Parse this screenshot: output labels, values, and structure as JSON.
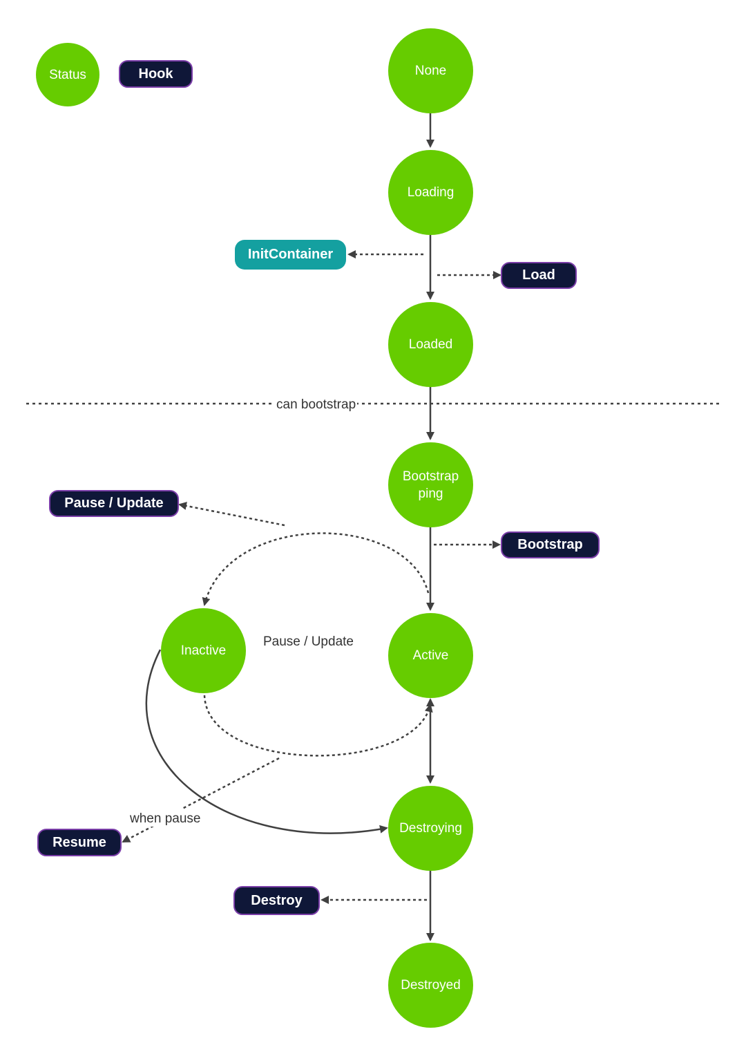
{
  "colors": {
    "status": "#66cc00",
    "hook": "#0f1738",
    "hook_border": "#7a3da8",
    "special_hook": "#14a0a0",
    "line": "#404040"
  },
  "legend": {
    "status_label": "Status",
    "hook_label": "Hook"
  },
  "statuses": {
    "none": "None",
    "loading": "Loading",
    "loaded": "Loaded",
    "bootstrapping": "Bootstrap\nping",
    "active": "Active",
    "inactive": "Inactive",
    "destroying": "Destroying",
    "destroyed": "Destroyed"
  },
  "hooks": {
    "init_container": "InitContainer",
    "load": "Load",
    "bootstrap": "Bootstrap",
    "pause_update": "Pause / Update",
    "resume": "Resume",
    "destroy": "Destroy"
  },
  "labels": {
    "can_bootstrap": "can bootstrap",
    "pause_update_edge": "Pause / Update",
    "when_pause": "when pause"
  }
}
